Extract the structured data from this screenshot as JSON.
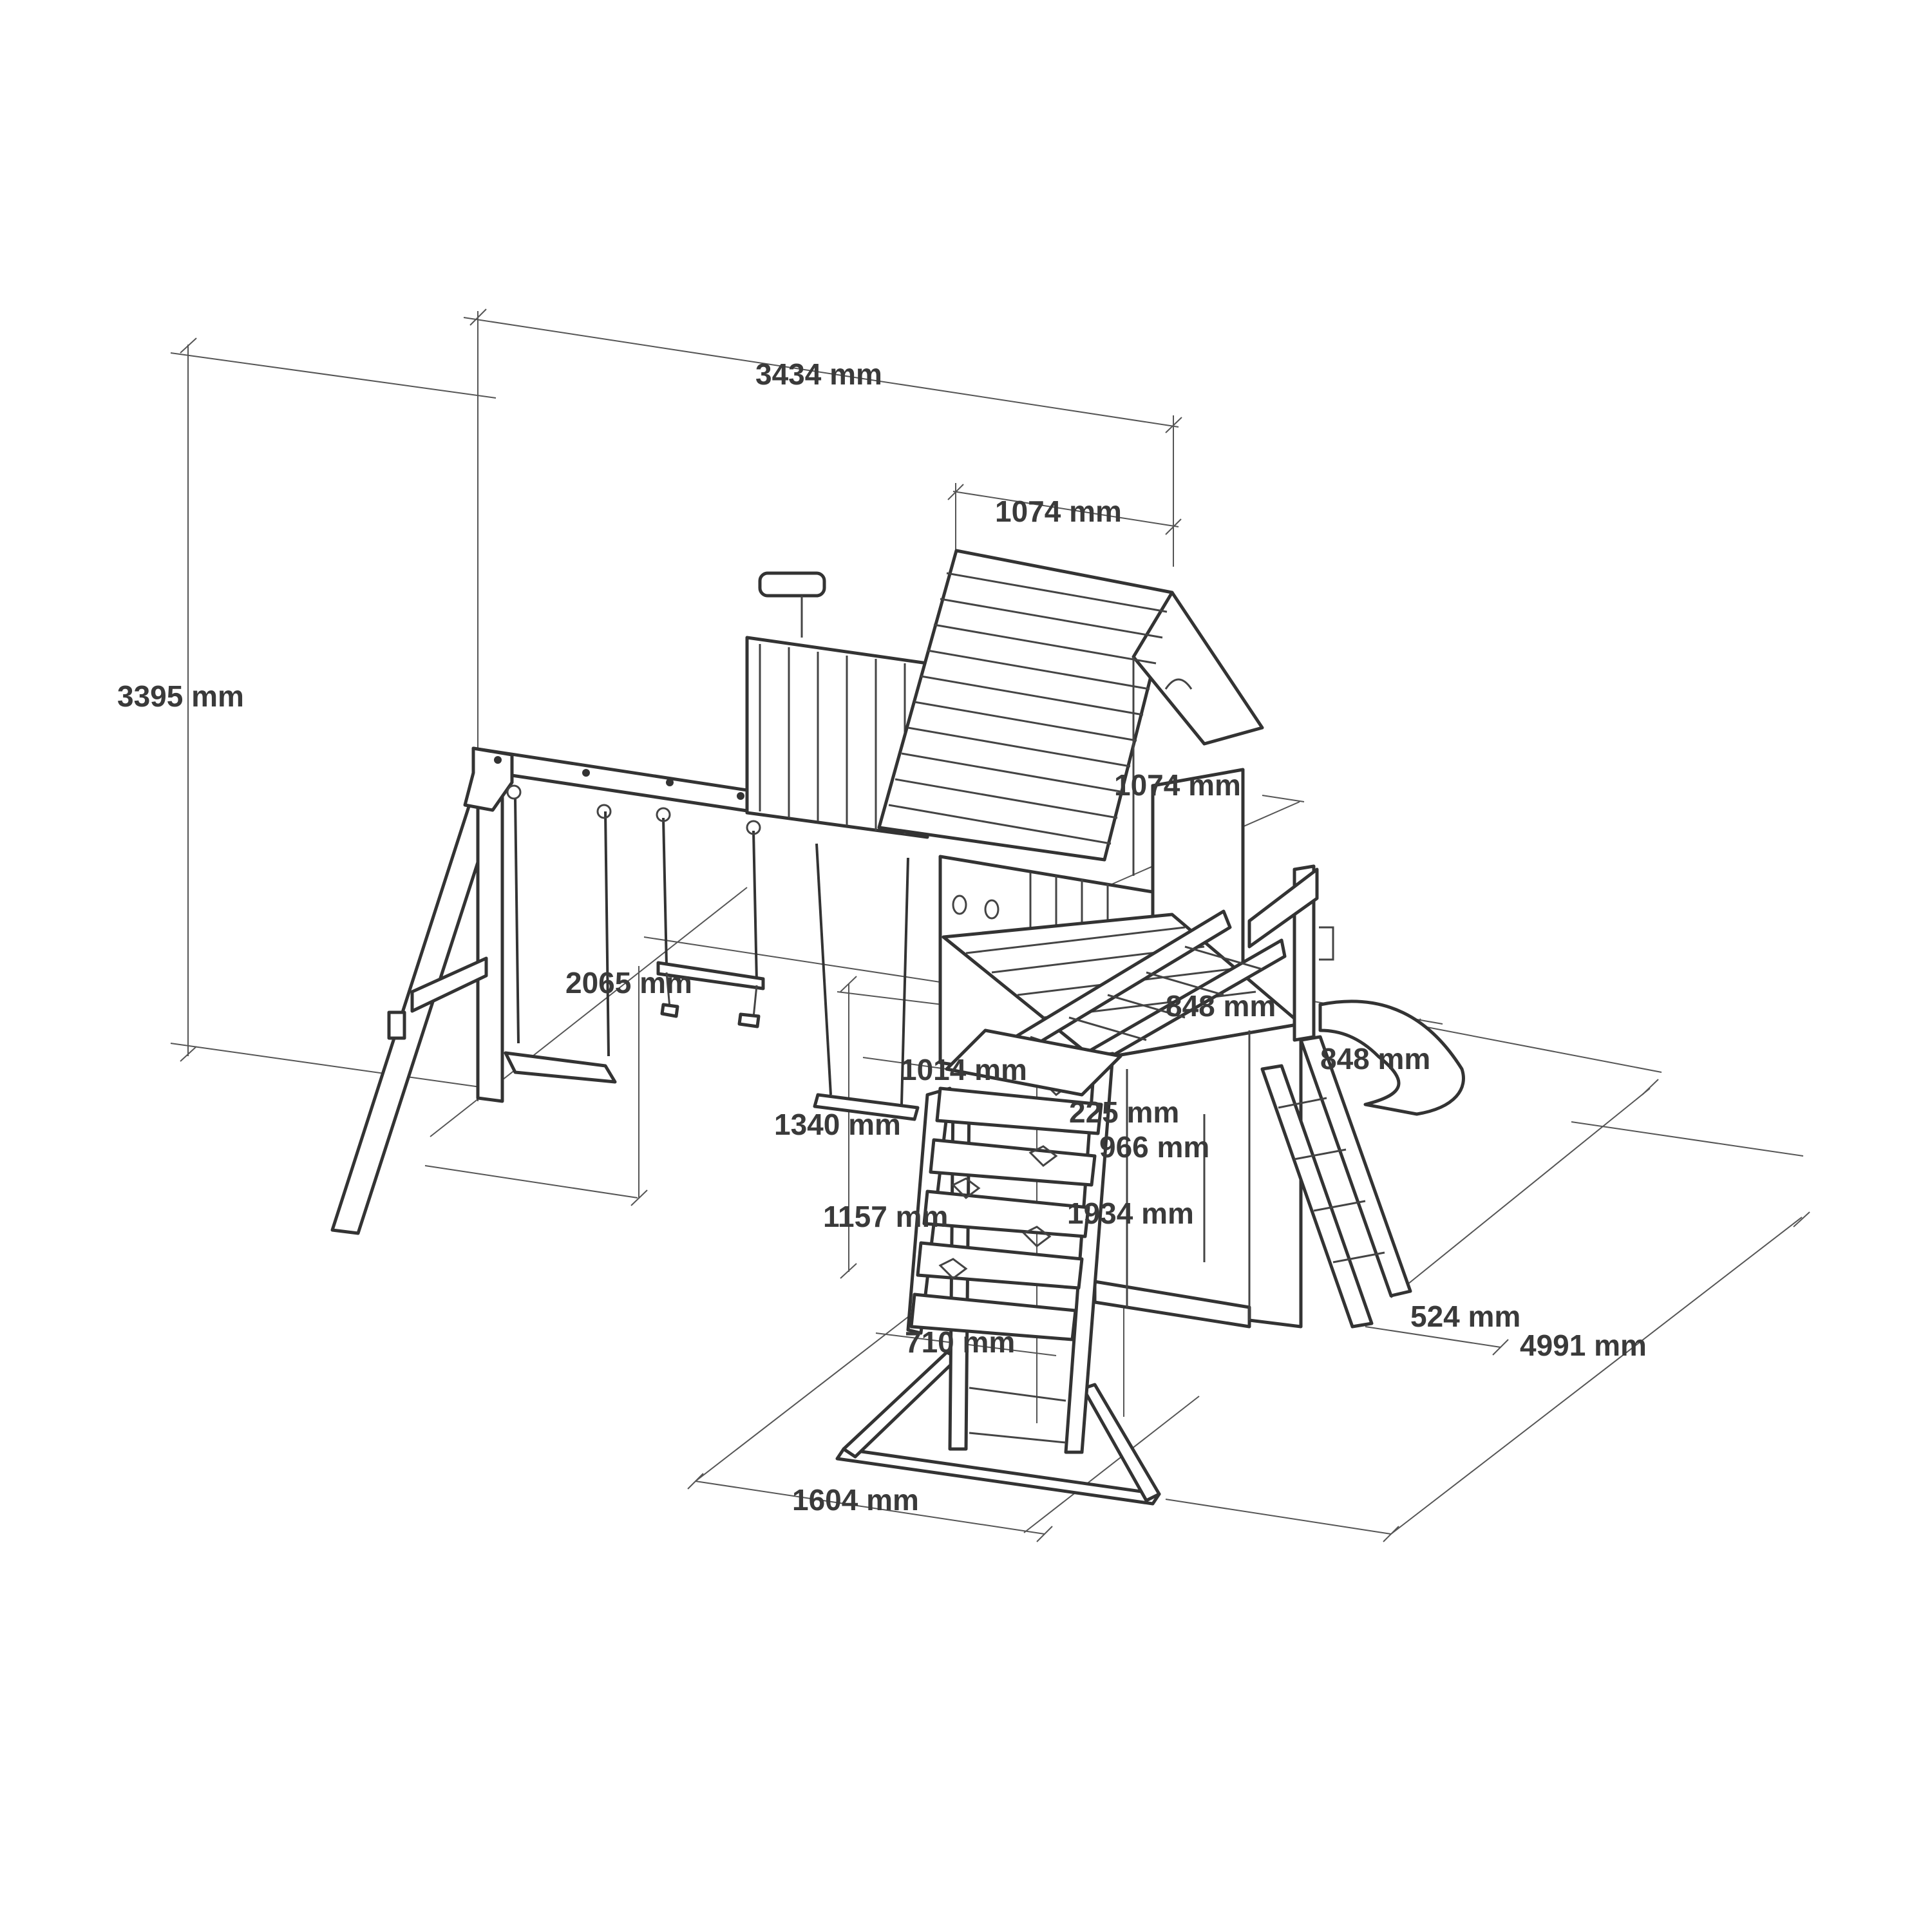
{
  "dimensions": {
    "total_height": "3395 mm",
    "swing_beam_width": "3434 mm",
    "roof_width": "1074 mm",
    "tower_side": "1074 mm",
    "swing_width": "2065 mm",
    "platform_width": "848 mm",
    "slide_depth": "848 mm",
    "platform_height": "1014 mm",
    "swing_height": "1340 mm",
    "deck_offset": "225 mm",
    "ladder_width": "966 mm",
    "wall_height": "1157 mm",
    "tower_height": "1934 mm",
    "ladder_base": "524 mm",
    "total_length": "4991 mm",
    "climb_base": "710 mm",
    "frame_depth": "1604 mm"
  }
}
